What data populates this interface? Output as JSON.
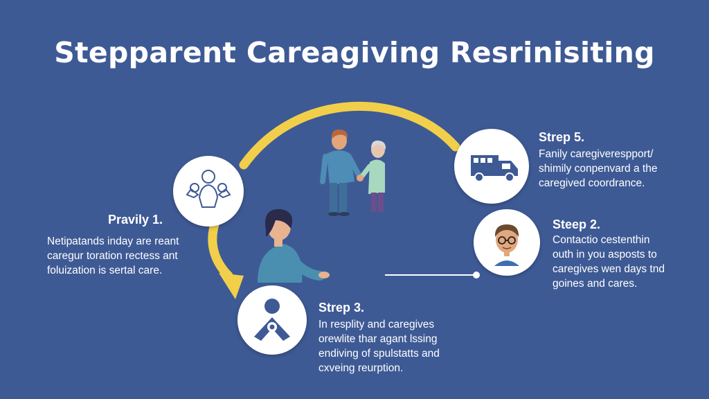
{
  "title": "Stepparent Careagiving Resrinisiting",
  "colors": {
    "background": "#3e5a95",
    "arrow": "#f2cf4a",
    "circle": "#ffffff",
    "icon": "#3e5a95"
  },
  "steps": [
    {
      "label": "Pravily 1.",
      "icon": "family-group-icon",
      "lines": [
        "Netipatands inday are reant",
        "caregur toration rectess ant",
        "foluization is sertal care."
      ]
    },
    {
      "label": "Strep 5.",
      "icon": "truck-icon",
      "lines": [
        "Fanily caregiverespport/",
        "shimily conpenvard a the",
        "caregived coordrance."
      ]
    },
    {
      "label": "Steep 2.",
      "icon": "caregiver-face-icon",
      "lines": [
        "Contactio cestenthin",
        "outh in you asposts to",
        "caregives wen days tnd",
        "goines and cares."
      ]
    },
    {
      "label": "Strep 3.",
      "icon": "person-heart-icon",
      "lines": [
        "In resplity and caregives",
        "orewlite thar agant lssing",
        "endiving of spulstatts and",
        "cxveing reurption."
      ]
    }
  ]
}
